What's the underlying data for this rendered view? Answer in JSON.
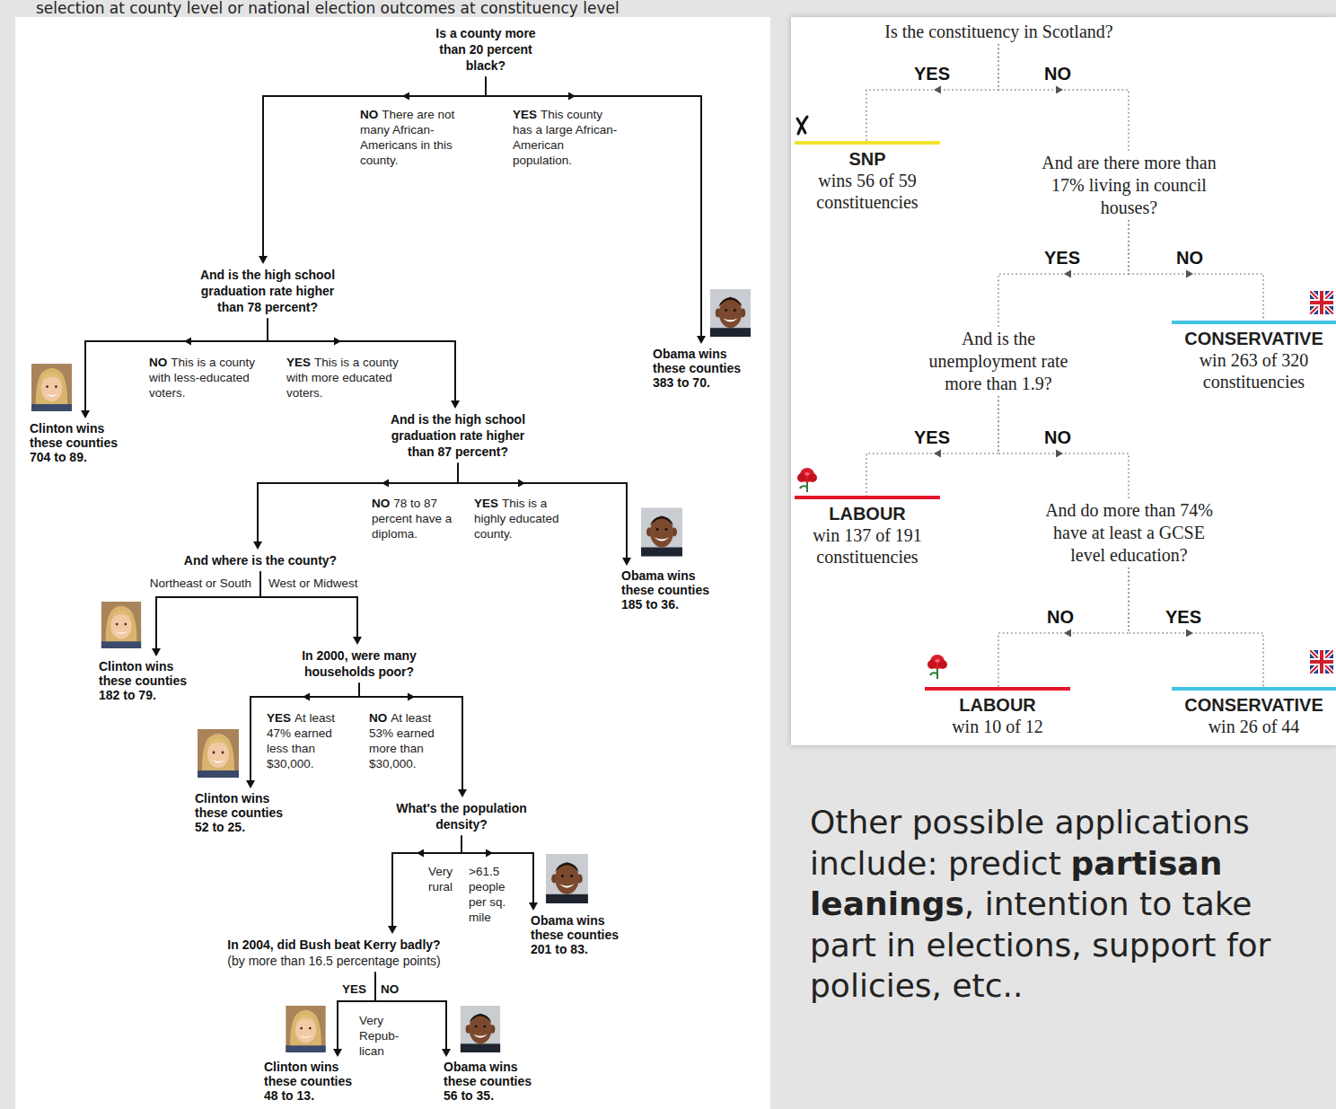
{
  "diagram": {
    "nodes": [
      {
        "text": [
          "Is a county more than 20 percent black?"
        ]
      },
      {
        "text": [
          "And is the high school graduation rate higher than 78 percent?"
        ]
      },
      {
        "text": [
          "Obama wins these counties 383 to 70."
        ]
      },
      {
        "text": [
          "Clinton wins these counties 704 to 89."
        ]
      },
      {
        "text": [
          "And is the high school graduation rate higher than 87 percent?"
        ]
      },
      {
        "text": [
          "And where is the county?"
        ]
      },
      {
        "text": [
          "Obama wins these counties 185 to 36."
        ]
      },
      {
        "text": [
          "Clinton wins these counties 182 to 79."
        ]
      },
      {
        "text": [
          "In 2000, were many households poor?"
        ]
      },
      {
        "text": [
          "Clinton wins these counties 52 to 25."
        ]
      },
      {
        "text": [
          "What's the population density?"
        ]
      },
      {
        "text": [
          "Obama wins these counties 201 to 83."
        ]
      },
      {
        "text": [
          "In 2004, did Bush beat Kerry badly?",
          "(by more than 16.5 percentage points)"
        ]
      },
      {
        "text": [
          "Clinton wins these counties 48 to 13."
        ]
      },
      {
        "text": [
          "Obama wins these counties 56 to 35."
        ]
      },
      {
        "text": [
          "Is the constituency in Scotland?"
        ]
      },
      {
        "text": [
          "SNP",
          "wins 56 of 59 constituencies"
        ]
      },
      {
        "text": [
          "And are there more than 17% living in council houses?"
        ]
      },
      {
        "text": [
          "And is the unemployment rate more than 1.9?"
        ]
      },
      {
        "text": [
          "CONSERVATIVE",
          "win 263 of 320 constituencies"
        ]
      },
      {
        "text": [
          "LABOUR",
          "win 137 of 191 constituencies"
        ]
      },
      {
        "text": [
          "And do more than 74% have at least a GCSE level education?"
        ]
      },
      {
        "text": [
          "LABOUR",
          "win 10 of 12"
        ]
      },
      {
        "text": [
          "CONSERVATIVE",
          "win 26 of 44"
        ]
      }
    ],
    "edges": [
      {
        "from": 0,
        "to": 1,
        "label": "NO",
        "arrow": "to"
      },
      {
        "from": 0,
        "to": 2,
        "label": "YES",
        "arrow": "to"
      },
      {
        "from": 1,
        "to": 3,
        "label": "NO",
        "arrow": "to"
      },
      {
        "from": 1,
        "to": 4,
        "label": "YES",
        "arrow": "to"
      },
      {
        "from": 4,
        "to": 5,
        "label": "NO",
        "arrow": "to"
      },
      {
        "from": 4,
        "to": 6,
        "label": "YES",
        "arrow": "to"
      },
      {
        "from": 5,
        "to": 7,
        "label": "Northeast or South",
        "arrow": "to"
      },
      {
        "from": 5,
        "to": 8,
        "label": "West or Midwest",
        "arrow": "to"
      },
      {
        "from": 8,
        "to": 9,
        "label": "YES",
        "arrow": "to"
      },
      {
        "from": 8,
        "to": 10,
        "label": "NO",
        "arrow": "to"
      },
      {
        "from": 10,
        "to": 12,
        "label": "Very rural",
        "arrow": "to"
      },
      {
        "from": 10,
        "to": 11,
        "label": ">61.5 people per sq. mile",
        "arrow": "to"
      },
      {
        "from": 12,
        "to": 13,
        "label": "YES",
        "arrow": "to"
      },
      {
        "from": 12,
        "to": 14,
        "label": "NO",
        "arrow": "to"
      },
      {
        "from": 15,
        "to": 16,
        "label": "YES",
        "arrow": "to"
      },
      {
        "from": 15,
        "to": 17,
        "label": "NO",
        "arrow": "to"
      },
      {
        "from": 17,
        "to": 18,
        "label": "YES",
        "arrow": "to"
      },
      {
        "from": 17,
        "to": 19,
        "label": "NO",
        "arrow": "to"
      },
      {
        "from": 18,
        "to": 20,
        "label": "YES",
        "arrow": "to"
      },
      {
        "from": 18,
        "to": 21,
        "label": "NO",
        "arrow": "to"
      },
      {
        "from": 21,
        "to": 22,
        "label": "NO",
        "arrow": "to"
      },
      {
        "from": 21,
        "to": 23,
        "label": "YES",
        "arrow": "to"
      }
    ],
    "labels": [
      "selection at county level or national election outcomes at constituency level",
      "There are not many African-Americans in this county.",
      "This county has a large African-American population.",
      "This is a county with less-educated voters.",
      "This is a county with more educated voters.",
      "78 to 87 percent have a diploma.",
      "This is a highly educated county.",
      "At least 47% earned less than $30,000.",
      "At least 53% earned more than $30,000.",
      "Very Repub- lican",
      "Other possible applications include: predict",
      "partisan leanings",
      ", intention to take part in elections, support for policies, etc.."
    ]
  }
}
